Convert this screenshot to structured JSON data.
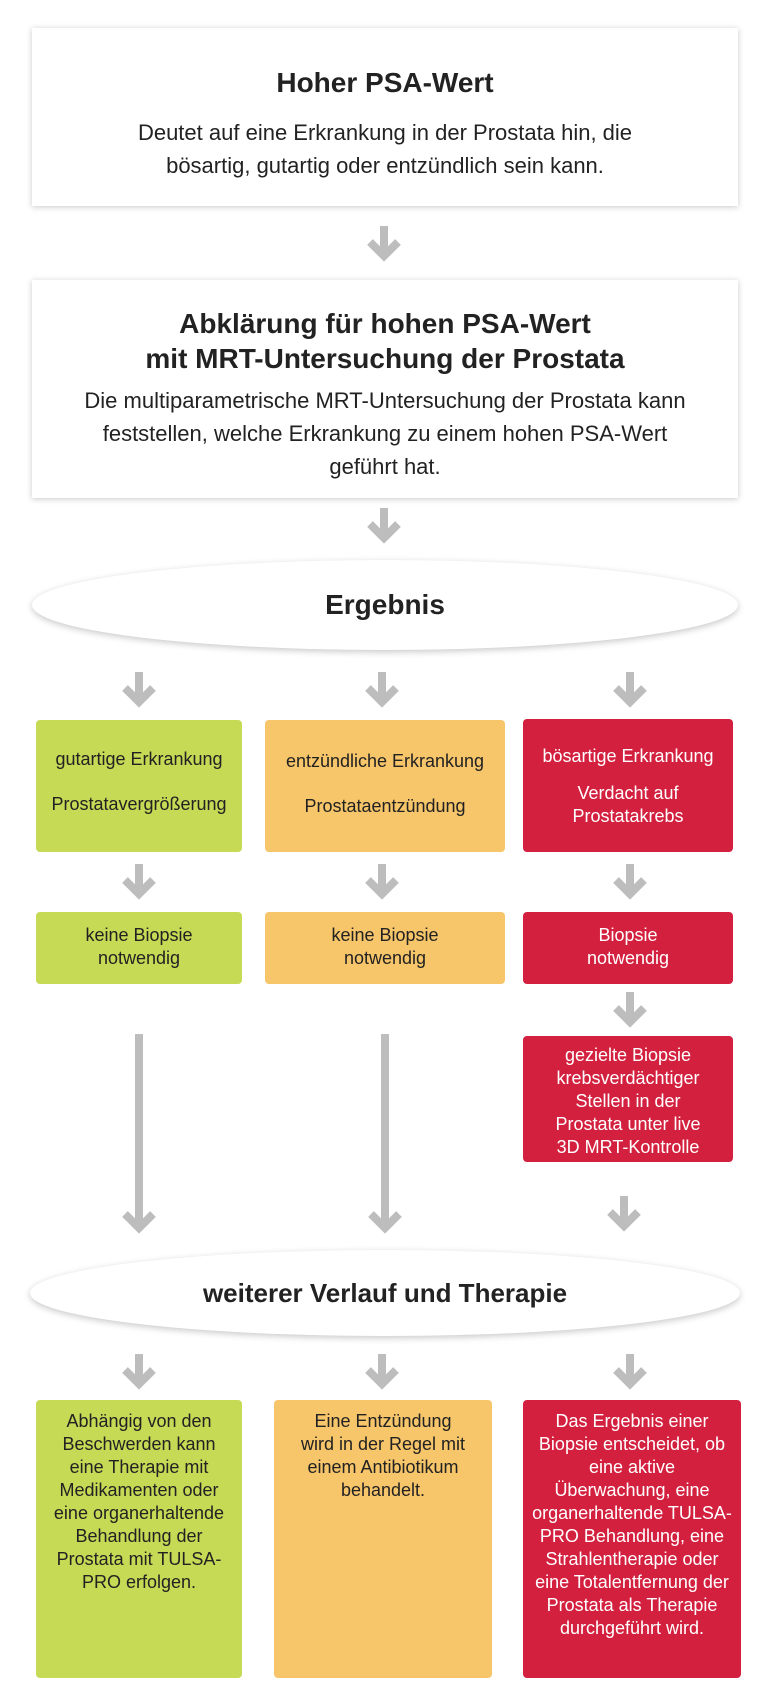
{
  "top_box": {
    "title": "Hoher PSA-Wert",
    "text": "Deutet auf eine Erkrankung in der Prostata hin, die bösartig, gutartig oder entzündlich sein kann."
  },
  "mrt_box": {
    "title_line1": "Abklärung für hohen PSA-Wert",
    "title_line2": "mit MRT-Untersuchung der Prostata",
    "text": "Die multiparametrische MRT-Untersuchung der Prostata kann feststellen, welche Erkrankung zu einem hohen PSA-Wert geführt hat."
  },
  "result_label": "Ergebnis",
  "columns": {
    "benign": {
      "category": "gutartige Erkrankung",
      "diagnosis": "Prostatavergrößerung",
      "biopsy": "keine Biopsie notwendig",
      "therapy": "Abhängig von den Beschwerden kann eine Therapie mit Medikamenten oder eine organerhaltende Behandlung der Prostata mit TULSA-PRO erfolgen."
    },
    "inflammatory": {
      "category": "entzündliche Erkrankung",
      "diagnosis": "Prostataentzündung",
      "biopsy": "keine Biopsie notwendig",
      "therapy": "Eine Entzündung wird in der Regel mit einem Antibiotikum behandelt."
    },
    "malignant": {
      "category": "bösartige Erkrankung",
      "diagnosis": "Verdacht auf Prostatakrebs",
      "biopsy": "Biopsie notwendig",
      "targeted_biopsy": "gezielte Biopsie krebsverdächtiger Stellen in der Prostata unter live 3D MRT-Kontrolle",
      "therapy": "Das Ergebnis einer Biopsie entscheidet, ob eine aktive Überwachung, eine organerhaltende TULSA-PRO Behandlung, eine Strahlentherapie oder eine Totalentfernung der Prostata als Therapie durchgeführt wird."
    }
  },
  "therapy_label": "weiterer Verlauf und Therapie",
  "colors": {
    "green": "#c6da55",
    "orange": "#f7c56a",
    "red": "#d3203e",
    "arrow": "#bdbdbd"
  }
}
